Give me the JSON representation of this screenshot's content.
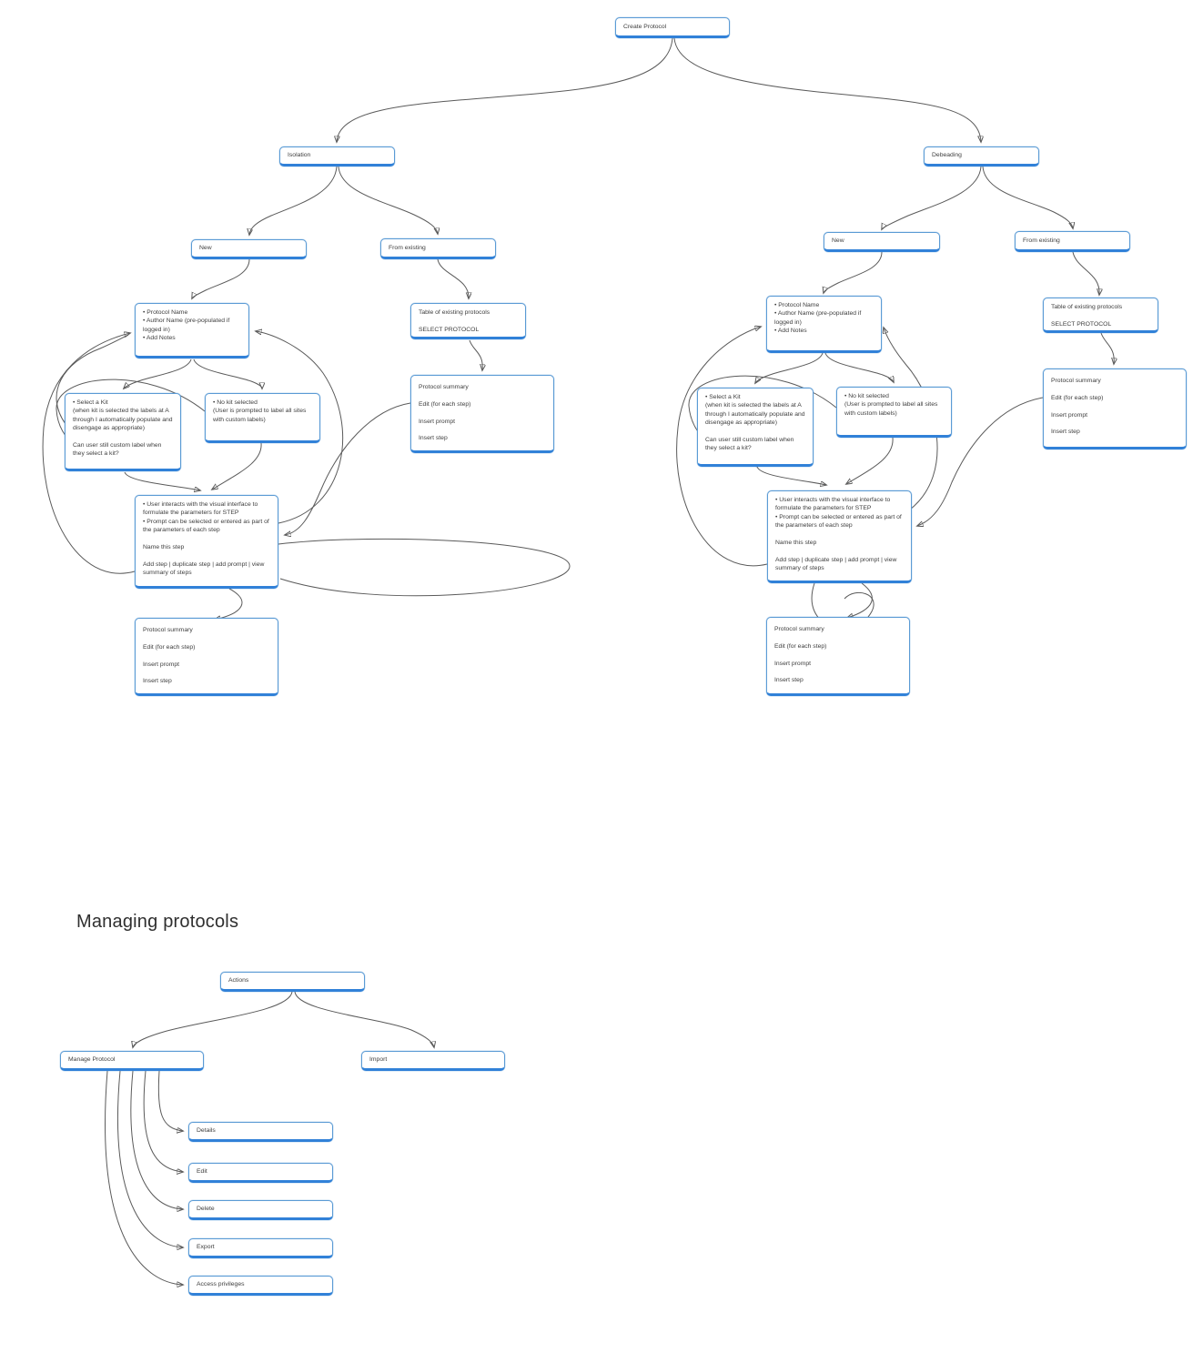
{
  "colors": {
    "box_border": "#5b9bd5",
    "box_border_dark": "#3181d8",
    "connector": "#5a5a5a"
  },
  "flow": {
    "create_protocol": "Create Protocol",
    "isolation": {
      "label": "Isolation",
      "new_label": "New",
      "from_existing_label": "From existing",
      "protocol_name_box": "• Protocol Name\n• Author Name (pre-populated if logged in)\n• Add Notes",
      "select_kit_box": "• Select a Kit\n(when kit is selected the labels at A through I automatically populate and disengage as appropriate)\n\nCan user still custom label when they select a kit?",
      "no_kit_box": "• No kit selected\n(User is prompted to label all sites with custom labels)",
      "user_interacts_box": "• User interacts with the visual interface to formulate the parameters for STEP\n• Prompt can be selected or entered as part of the parameters of each step\n\nName this step\n\nAdd step | duplicate step | add prompt | view summary of steps",
      "summary_box": "Protocol summary\n\nEdit (for each step)\n\nInsert prompt\n\nInsert step",
      "table_box": "Table of existing protocols\n\nSELECT PROTOCOL",
      "summary_existing_box": "Protocol summary\n\nEdit (for each step)\n\nInsert prompt\n\nInsert step"
    },
    "debeading": {
      "label": "Debeading",
      "new_label": "New",
      "from_existing_label": "From existing",
      "protocol_name_box": "• Protocol Name\n• Author Name (pre-populated if logged in)\n• Add Notes",
      "select_kit_box": "• Select a Kit\n(when kit is selected the labels at A through I automatically populate and disengage as appropriate)\n\nCan user still custom label when they select a kit?",
      "no_kit_box": "• No kit selected\n(User is prompted to label all sites with custom labels)",
      "user_interacts_box": "• User interacts with the visual interface to formulate the parameters for STEP\n• Prompt can be selected or entered as part of the parameters of each step\n\nName this step\n\nAdd step | duplicate step | add prompt | view summary of steps",
      "summary_box": "Protocol summary\n\nEdit (for each step)\n\nInsert prompt\n\nInsert step",
      "table_box": "Table of existing protocols\n\nSELECT PROTOCOL",
      "summary_existing_box": "Protocol summary\n\nEdit (for each step)\n\nInsert prompt\n\nInsert step"
    }
  },
  "managing": {
    "heading": "Managing protocols",
    "actions": "Actions",
    "manage_protocol": "Manage Protocol",
    "import": "Import",
    "details": "Details",
    "edit": "Edit",
    "delete": "Delete",
    "export": "Export",
    "access_privileges": "Access privileges"
  }
}
